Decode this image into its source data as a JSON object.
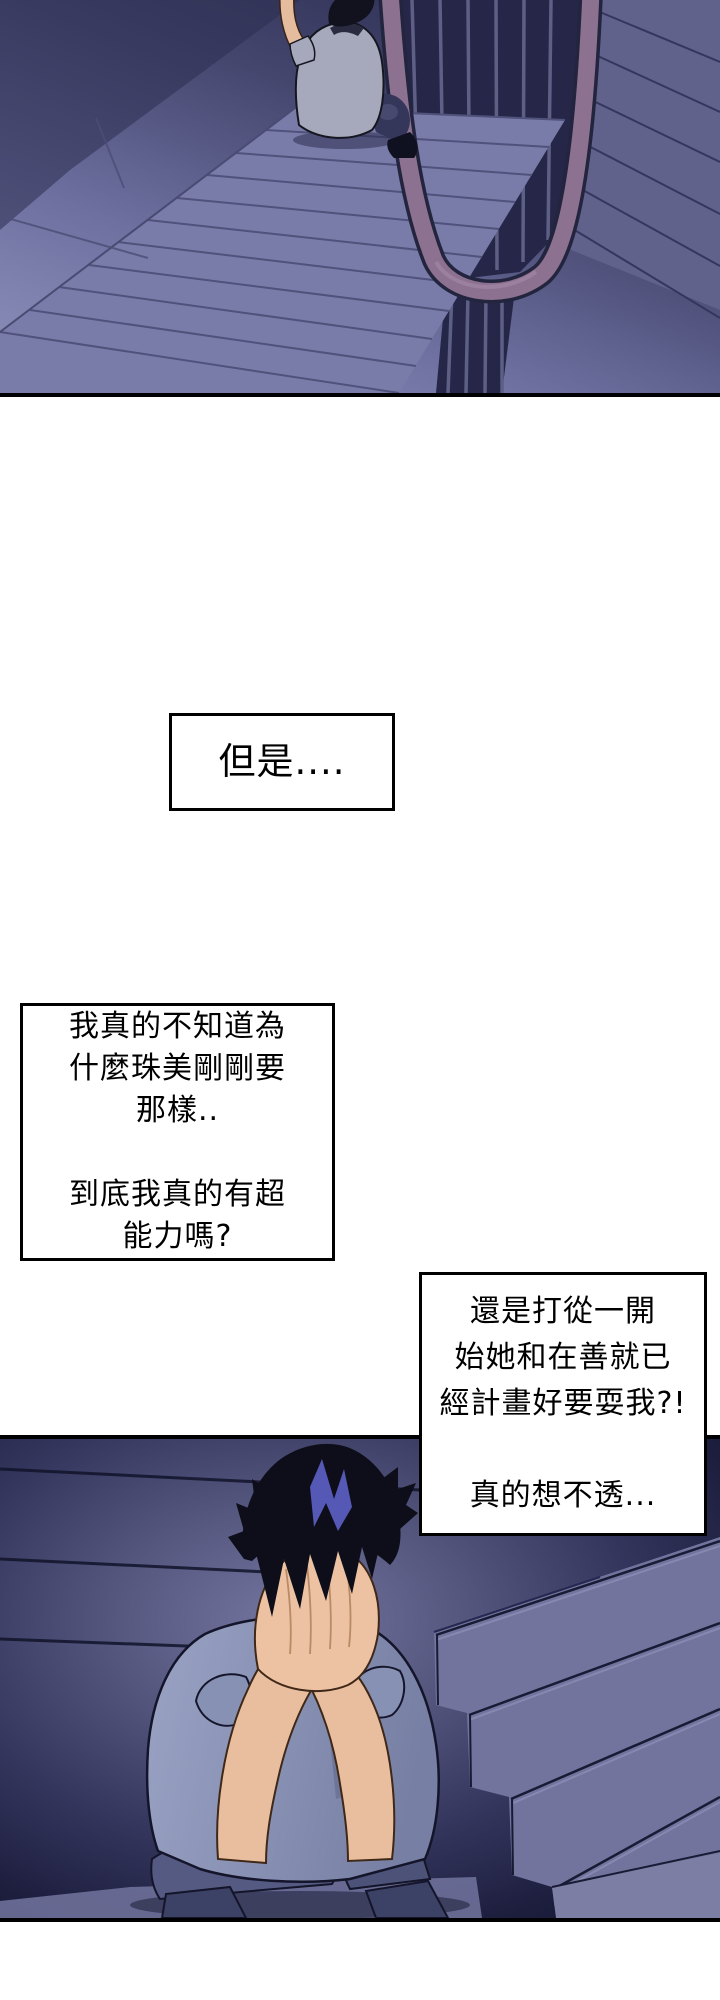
{
  "comic": {
    "title": "webtoon-page",
    "speech": {
      "box1": {
        "lines": [
          "但是...."
        ]
      },
      "box2": {
        "lines": [
          "我真的不知道為",
          "什麼珠美剛剛要",
          "那樣..",
          "",
          "到底我真的有超",
          "能力嗎?"
        ]
      },
      "box3": {
        "lines": [
          "還是打從一開",
          "始她和在善就已",
          "經計畫好要耍我?!",
          "",
          "真的想不透..."
        ]
      }
    },
    "panels": {
      "top": {
        "scene": "boy-seen-from-above-sitting-at-top-of-dark-stairwell"
      },
      "bottom": {
        "scene": "boy-sitting-on-stairs-hands-covering-face"
      }
    },
    "colors": {
      "page_bg": "#ffffff",
      "panel_border": "#000000",
      "box_bg": "#ffffff",
      "box_border": "#000000",
      "text": "#000000",
      "handrail": "#8c7190",
      "night_light": "#8d8fba",
      "night_dark": "#1b1c3a",
      "skin": "#e8be9e",
      "shirt_top_panel": "#a6a9bc",
      "shirt_bottom_panel": "#9aa3c4",
      "jeans": "#3c4166",
      "hair": "#0d0e1a",
      "hair_streak": "#5e60c8"
    }
  }
}
